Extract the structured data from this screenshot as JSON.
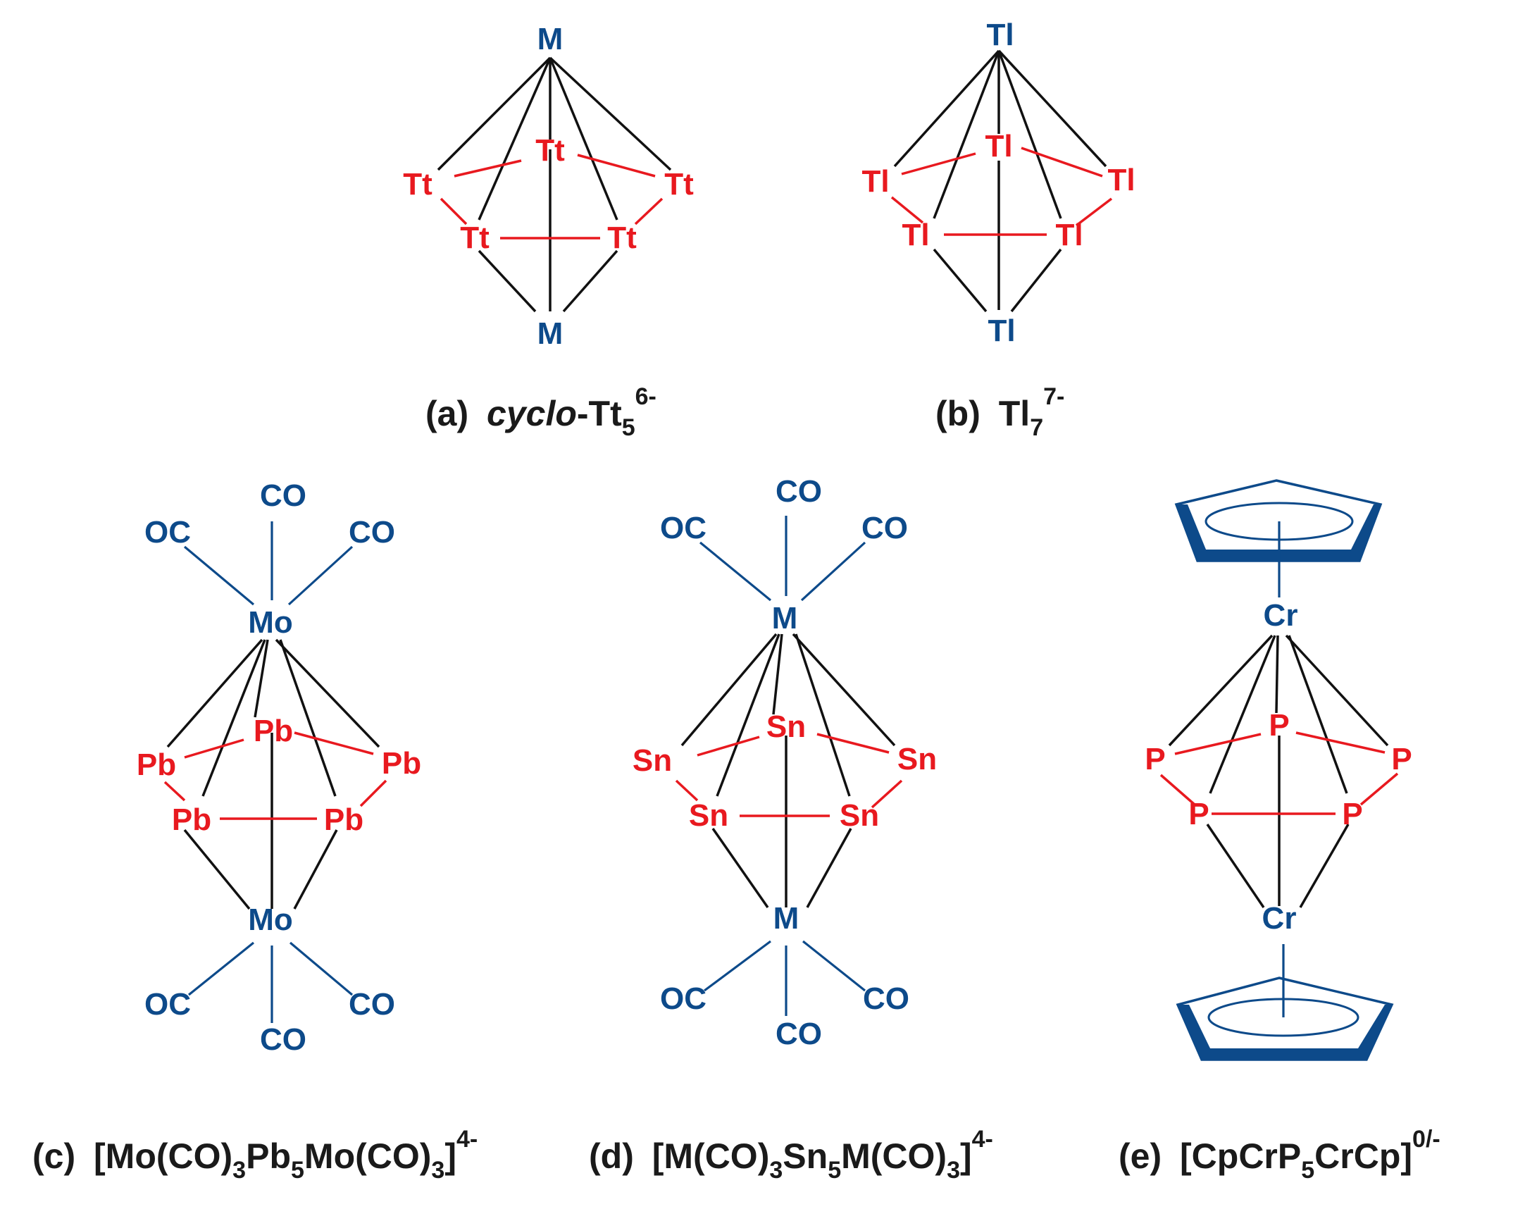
{
  "colors": {
    "ring": "#e8191f",
    "metal": "#0d4a8a",
    "bond": "#111111",
    "caption": "#1a1a1a"
  },
  "structures": {
    "a": {
      "top": "M",
      "bottom": "M",
      "ring": [
        "Tt",
        "Tt",
        "Tt",
        "Tt",
        "Tt"
      ],
      "caption": {
        "label": "(a)",
        "italic": "cyclo",
        "rest": "-Tt",
        "sub": "5",
        "sup": "6-"
      }
    },
    "b": {
      "top": "Tl",
      "bottom": "Tl",
      "ring": [
        "Tl",
        "Tl",
        "Tl",
        "Tl",
        "Tl"
      ],
      "caption": {
        "label": "(b)",
        "main": "Tl",
        "sub": "7",
        "sup": "7-"
      }
    },
    "c": {
      "top": "Mo",
      "bottom": "Mo",
      "ring": [
        "Pb",
        "Pb",
        "Pb",
        "Pb",
        "Pb"
      ],
      "ligands_top": [
        "OC",
        "CO",
        "CO"
      ],
      "ligands_bottom": [
        "OC",
        "CO",
        "CO"
      ],
      "caption": {
        "label": "(c)",
        "p1": "[Mo(CO)",
        "s1": "3",
        "p2": "Pb",
        "s2": "5",
        "p3": "Mo(CO)",
        "s3": "3",
        "p4": "]",
        "sup": "4-"
      }
    },
    "d": {
      "top": "M",
      "bottom": "M",
      "ring": [
        "Sn",
        "Sn",
        "Sn",
        "Sn",
        "Sn"
      ],
      "ligands_top": [
        "OC",
        "CO",
        "CO"
      ],
      "ligands_bottom": [
        "OC",
        "CO",
        "CO"
      ],
      "caption": {
        "label": "(d)",
        "p1": "[M(CO)",
        "s1": "3",
        "p2": "Sn",
        "s2": "5",
        "p3": "M(CO)",
        "s3": "3",
        "p4": "]",
        "sup": "4-"
      }
    },
    "e": {
      "top": "Cr",
      "bottom": "Cr",
      "ring": [
        "P",
        "P",
        "P",
        "P",
        "P"
      ],
      "caption": {
        "label": "(e)",
        "p1": "[CpCrP",
        "s1": "5",
        "p2": "CrCp]",
        "sup": "0/-"
      }
    }
  }
}
